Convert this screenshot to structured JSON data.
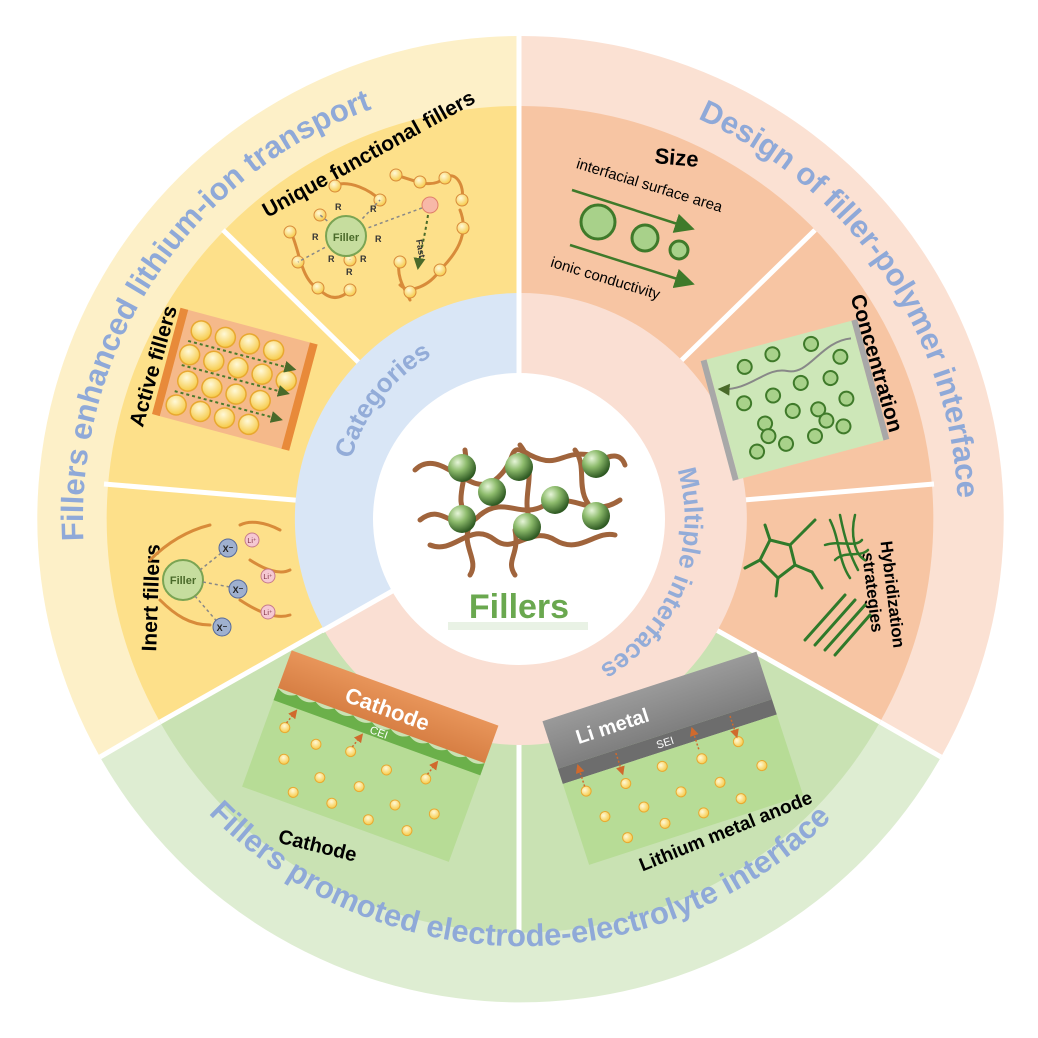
{
  "outer_ring": {
    "left_label": "Fillers enhanced lithium-ion transport",
    "right_label": "Design of filler-polymer interface",
    "bottom_label": "Fillers promoted electrode-electrolyte interface"
  },
  "inner_ring": {
    "categories_label": "Categories",
    "multiple_interfaces_label": "Multiple interfaces"
  },
  "center": {
    "title": "Fillers"
  },
  "segments": {
    "unique": {
      "title": "Unique functional fillers",
      "filler_label": "Filler",
      "r_label": "R",
      "fast_label": "Fast"
    },
    "active": {
      "title": "Active fillers"
    },
    "inert": {
      "title": "Inert fillers",
      "filler_label": "Filler",
      "anion_label": "X⁻",
      "li_label": "Li⁺"
    },
    "size": {
      "title": "Size",
      "top_arrow_label": "interfacial surface area",
      "bottom_arrow_label": "ionic conductivity"
    },
    "concentration": {
      "title": "Concentration"
    },
    "hybrid": {
      "title_line1": "Hybridization",
      "title_line2": "strategies"
    },
    "cathode": {
      "title": "Cathode",
      "layer_label": "Cathode",
      "interphase_label": "CEI"
    },
    "anode": {
      "title": "Lithium metal anode",
      "layer_label": "Li metal",
      "interphase_label": "SEI"
    }
  },
  "colors": {
    "left_yellow": "#fde08a",
    "right_salmon": "#f7c5a3",
    "bottom_green": "#c9e2b3",
    "categories_blue": "#d9e6f6",
    "interfaces_pink": "#fadfd3",
    "label_blue": "#8fa9d8",
    "center_green": "#6aa84f"
  }
}
